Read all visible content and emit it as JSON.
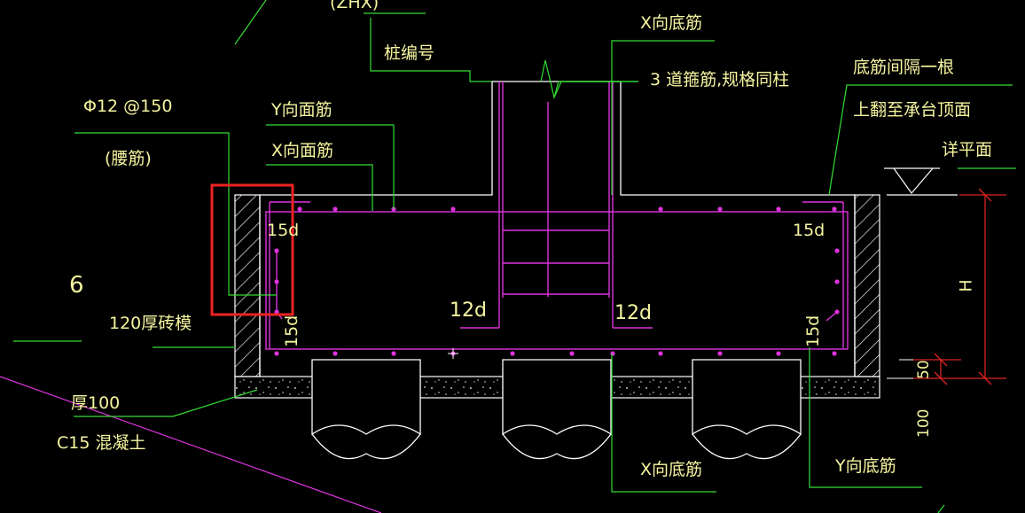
{
  "labels": {
    "top_partial": "(ZHX)",
    "pile_number": "桩编号",
    "x_bottom_bar_top": "X向底筋",
    "stirrups": "3 道箍筋,规格同柱",
    "bottom_bar_note_1": "底筋间隔一根",
    "bottom_bar_note_2": "上翻至承台顶面",
    "see_plan": "详平面",
    "waist_bar_spec": "Φ12 @150",
    "waist_bar": "(腰筋)",
    "y_top_bar": "Y向面筋",
    "x_top_bar": "X向面筋",
    "anchor_15d_left_top": "15d",
    "anchor_15d_right_top": "15d",
    "anchor_15d_left_bottom": "15d",
    "anchor_15d_right_bottom": "15d",
    "anchor_12d_left": "12d",
    "anchor_12d_right": "12d",
    "number_6": "6",
    "brick_mould": "120厚砖模",
    "thickness_100": "厚100",
    "concrete": "C15 混凝土",
    "dim_h": "H",
    "dim_50": "50",
    "dim_100": "100",
    "x_bottom_bar_bottom": "X向底筋",
    "y_bottom_bar_bottom": "Y向底筋"
  },
  "colors": {
    "background": "#000000",
    "text": "#f5f5a0",
    "leader": "#33dd33",
    "outline": "#ffffff",
    "rebar": "#dd33dd",
    "dimension": "#dd2222",
    "highlight": "#ee2222"
  }
}
